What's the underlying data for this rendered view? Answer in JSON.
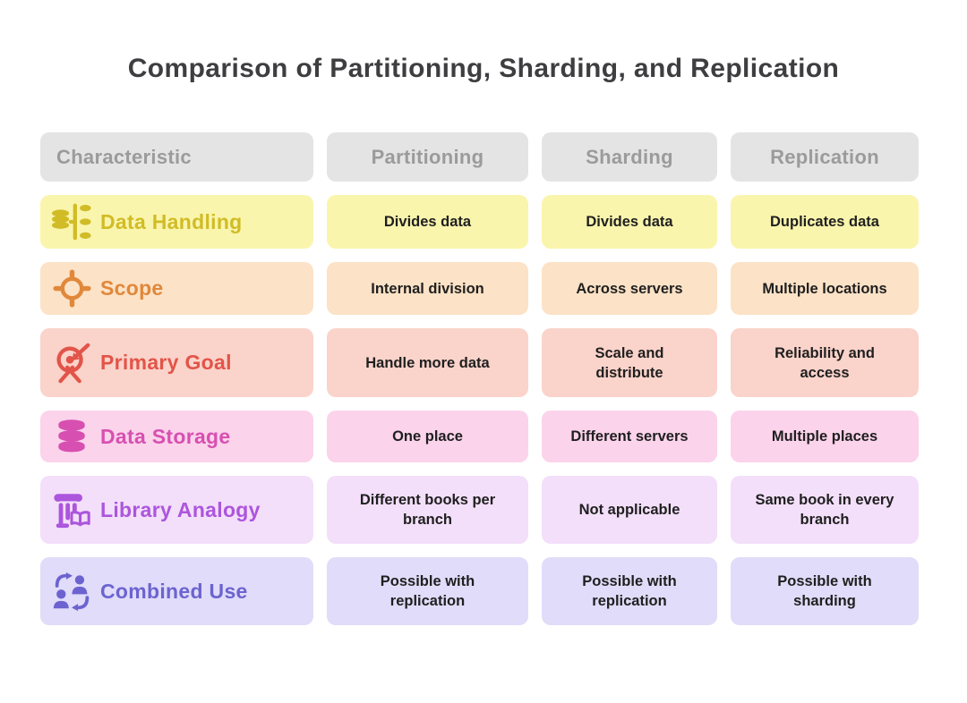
{
  "title": "Comparison of Partitioning, Sharding, and Replication",
  "colors": {
    "background": "#FFFFFF",
    "title_text": "#3E3E41",
    "header_bg": "#E5E4E4",
    "header_text": "#9B9B9B",
    "cell_text": "#1F1F1F"
  },
  "table": {
    "columns": [
      "Characteristic",
      "Partitioning",
      "Sharding",
      "Replication"
    ],
    "rows": [
      {
        "label": "Data Handling",
        "icon": "database-split-icon",
        "bg": "#FAF5AD",
        "accent": "#D1BC27",
        "cells": [
          "Divides data",
          "Divides data",
          "Duplicates data"
        ]
      },
      {
        "label": "Scope",
        "icon": "crosshair-target-icon",
        "bg": "#FCE2C6",
        "accent": "#E0883B",
        "cells": [
          "Internal division",
          "Across servers",
          "Multiple locations"
        ]
      },
      {
        "label": "Primary Goal",
        "icon": "bullseye-arrow-icon",
        "bg": "#FAD3CA",
        "accent": "#E25449",
        "cells": [
          "Handle more data",
          "Scale and distribute",
          "Reliability and access"
        ]
      },
      {
        "label": "Data Storage",
        "icon": "database-icon",
        "bg": "#FBD3EB",
        "accent": "#D750B1",
        "cells": [
          "One place",
          "Different servers",
          "Multiple places"
        ]
      },
      {
        "label": "Library Analogy",
        "icon": "library-column-book-icon",
        "bg": "#F3DFF9",
        "accent": "#AC55DD",
        "cells": [
          "Different books per branch",
          "Not applicable",
          "Same book in every branch"
        ]
      },
      {
        "label": "Combined Use",
        "icon": "people-swap-icon",
        "bg": "#E0DCF9",
        "accent": "#6C63D0",
        "cells": [
          "Possible with replication",
          "Possible with replication",
          "Possible with sharding"
        ]
      }
    ]
  }
}
